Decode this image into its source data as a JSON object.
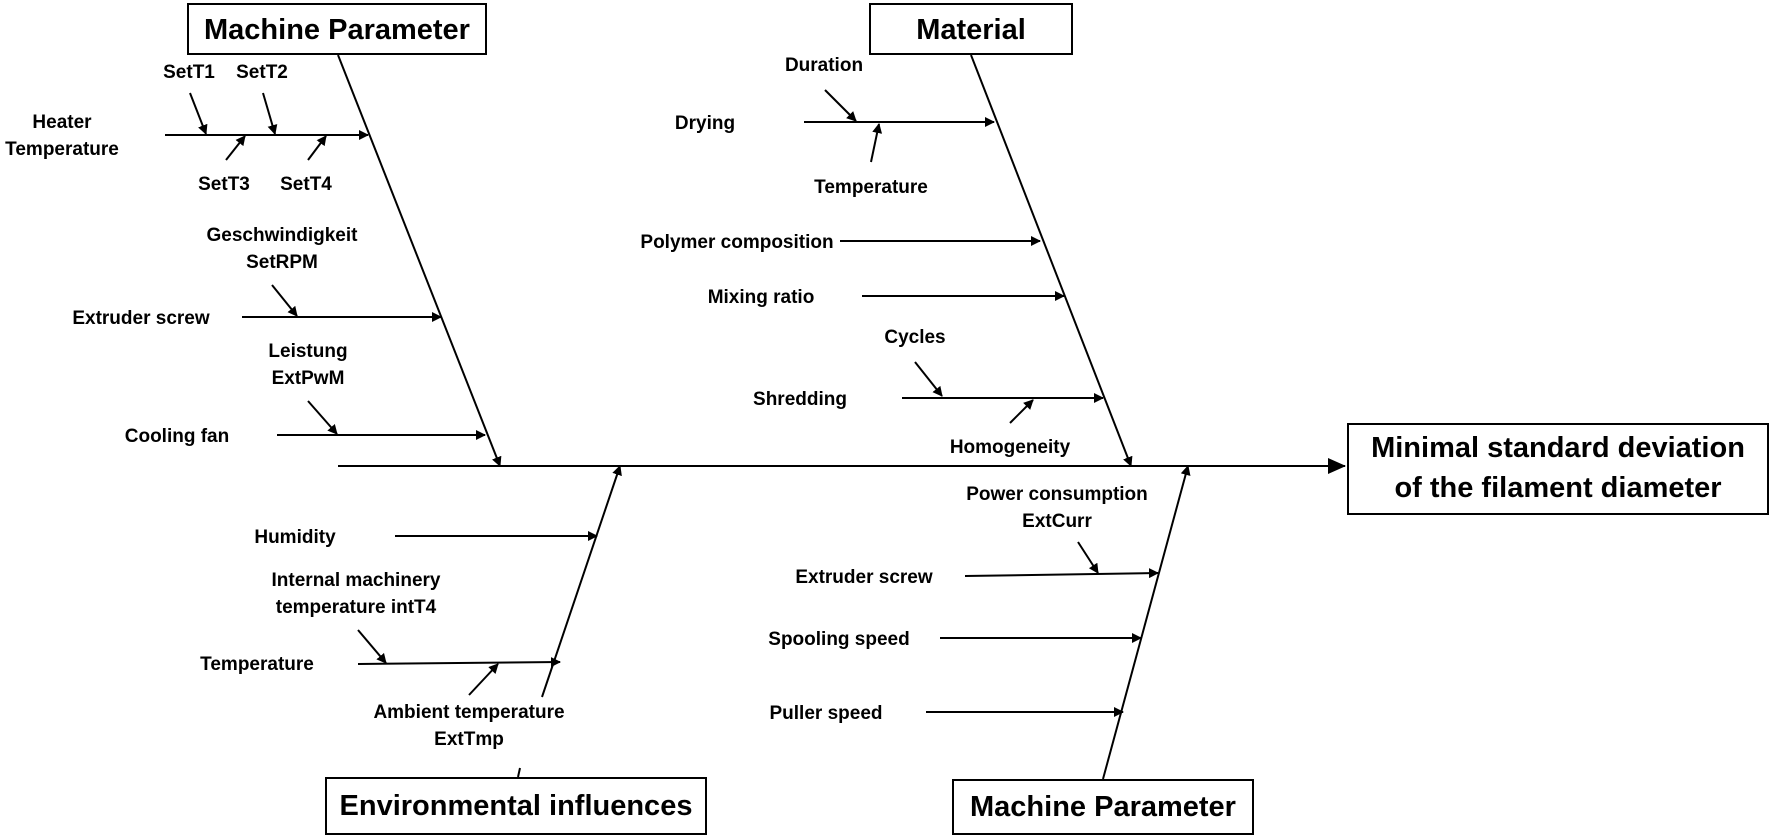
{
  "effect": {
    "line1": "Minimal standard deviation",
    "line2": "of the filament diameter"
  },
  "categories": {
    "machine_top": "Machine Parameter",
    "material": "Material",
    "environment": "Environmental influences",
    "machine_bottom": "Machine Parameter"
  },
  "machine_top": {
    "heater": {
      "line1": "Heater",
      "line2": "Temperature"
    },
    "set_t1": "SetT1",
    "set_t2": "SetT2",
    "set_t3": "SetT3",
    "set_t4": "SetT4",
    "extruder_screw": "Extruder screw",
    "geschwindigkeit": "Geschwindigkeit",
    "set_rpm": "SetRPM",
    "cooling_fan": "Cooling fan",
    "leistung": "Leistung",
    "ext_pwm": "ExtPwM"
  },
  "material": {
    "drying": "Drying",
    "duration": "Duration",
    "temperature": "Temperature",
    "polymer_composition": "Polymer composition",
    "mixing_ratio": "Mixing ratio",
    "shredding": "Shredding",
    "cycles": "Cycles",
    "homogeneity": "Homogeneity"
  },
  "environment": {
    "humidity": "Humidity",
    "internal_line1": "Internal machinery",
    "internal_line2": "temperature intT4",
    "temperature": "Temperature",
    "ambient_line1": "Ambient temperature",
    "ambient_line2": "ExtTmp"
  },
  "machine_bottom": {
    "power_line1": "Power consumption",
    "power_line2": "ExtCurr",
    "extruder_screw": "Extruder screw",
    "spooling_speed": "Spooling speed",
    "puller_speed": "Puller speed"
  }
}
